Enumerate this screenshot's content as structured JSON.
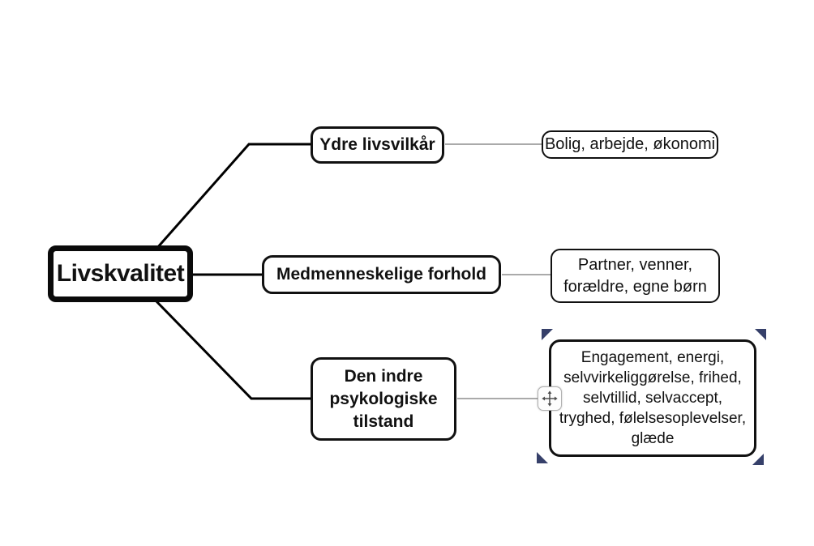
{
  "mindmap": {
    "root": {
      "label": "Livskvalitet"
    },
    "branches": [
      {
        "node": {
          "label": "Ydre livsvilkår"
        },
        "leaf": {
          "lines": [
            "Bolig, arbejde, økonomi"
          ]
        }
      },
      {
        "node": {
          "label": "Medmenneskelige forhold"
        },
        "leaf": {
          "lines": [
            "Partner, venner,",
            "forældre, egne børn"
          ]
        }
      },
      {
        "node": {
          "lines": [
            "Den indre",
            "psykologiske",
            "tilstand"
          ]
        },
        "leaf": {
          "lines": [
            "Engagement, energi,",
            "selvvirkeliggørelse, frihed,",
            "selvtillid, selvaccept,",
            "tryghed, følelsesoplevelser,",
            "glæde"
          ]
        }
      }
    ]
  },
  "selection": {
    "selected_node": "leaf-node-engagement",
    "handle_color": "#36406a",
    "icons": {
      "move_handle": "four-way-move-arrow"
    }
  },
  "colors": {
    "background": "#ffffff",
    "node_border": "#111111",
    "branch_connector": "#000000",
    "leaf_connector": "#777777",
    "text": "#111111",
    "selection_handle": "#36406a"
  }
}
